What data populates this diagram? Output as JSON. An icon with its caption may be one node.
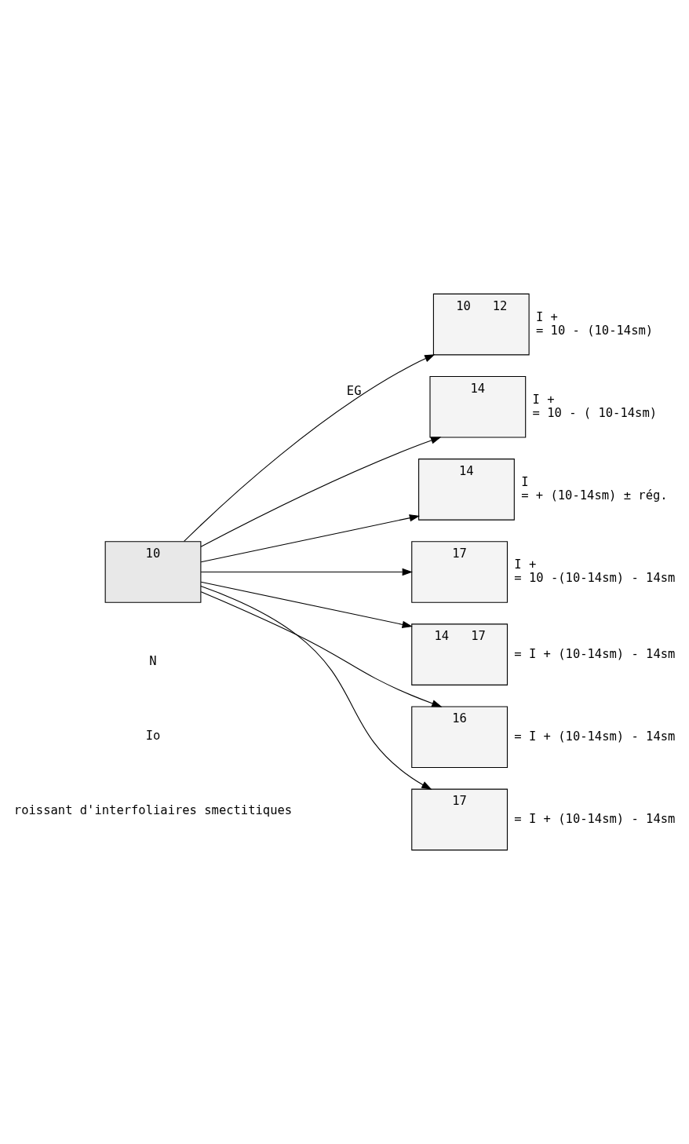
{
  "diagram": {
    "nodes": [
      {
        "text": [
          "10"
        ]
      },
      {
        "text": [
          "10",
          "12"
        ],
        "beside": [
          "I +",
          "= 10 - (10-14sm)"
        ]
      },
      {
        "text": [
          "14"
        ],
        "beside": [
          "I +",
          "= 10 - ( 10-14sm)"
        ]
      },
      {
        "text": [
          "14"
        ],
        "beside": [
          "I",
          "= + (10-14sm) ± rég."
        ]
      },
      {
        "text": [
          "17"
        ],
        "beside": [
          "I +",
          "= 10 -(10-14sm) - 14sm"
        ]
      },
      {
        "text": [
          "14",
          "17"
        ],
        "beside": [
          "= I + (10-14sm) - 14sm"
        ]
      },
      {
        "text": [
          "16"
        ],
        "beside": [
          "= I + (10-14sm) - 14sm"
        ]
      },
      {
        "text": [
          "17"
        ],
        "beside": [
          "= I + (10-14sm) - 14sm"
        ]
      }
    ],
    "edges": [
      {
        "from": 0,
        "to": 1,
        "arrow": "to",
        "label": "EG"
      },
      {
        "from": 0,
        "to": 2,
        "arrow": "to"
      },
      {
        "from": 0,
        "to": 3,
        "arrow": "to"
      },
      {
        "from": 0,
        "to": 4,
        "arrow": "to"
      },
      {
        "from": 0,
        "to": 5,
        "arrow": "to"
      },
      {
        "from": 0,
        "to": 6,
        "arrow": "to"
      },
      {
        "from": 0,
        "to": 7,
        "arrow": "to"
      }
    ],
    "labels": [
      "N",
      "Io",
      "roissant d'interfoliaires smectitiques"
    ]
  }
}
